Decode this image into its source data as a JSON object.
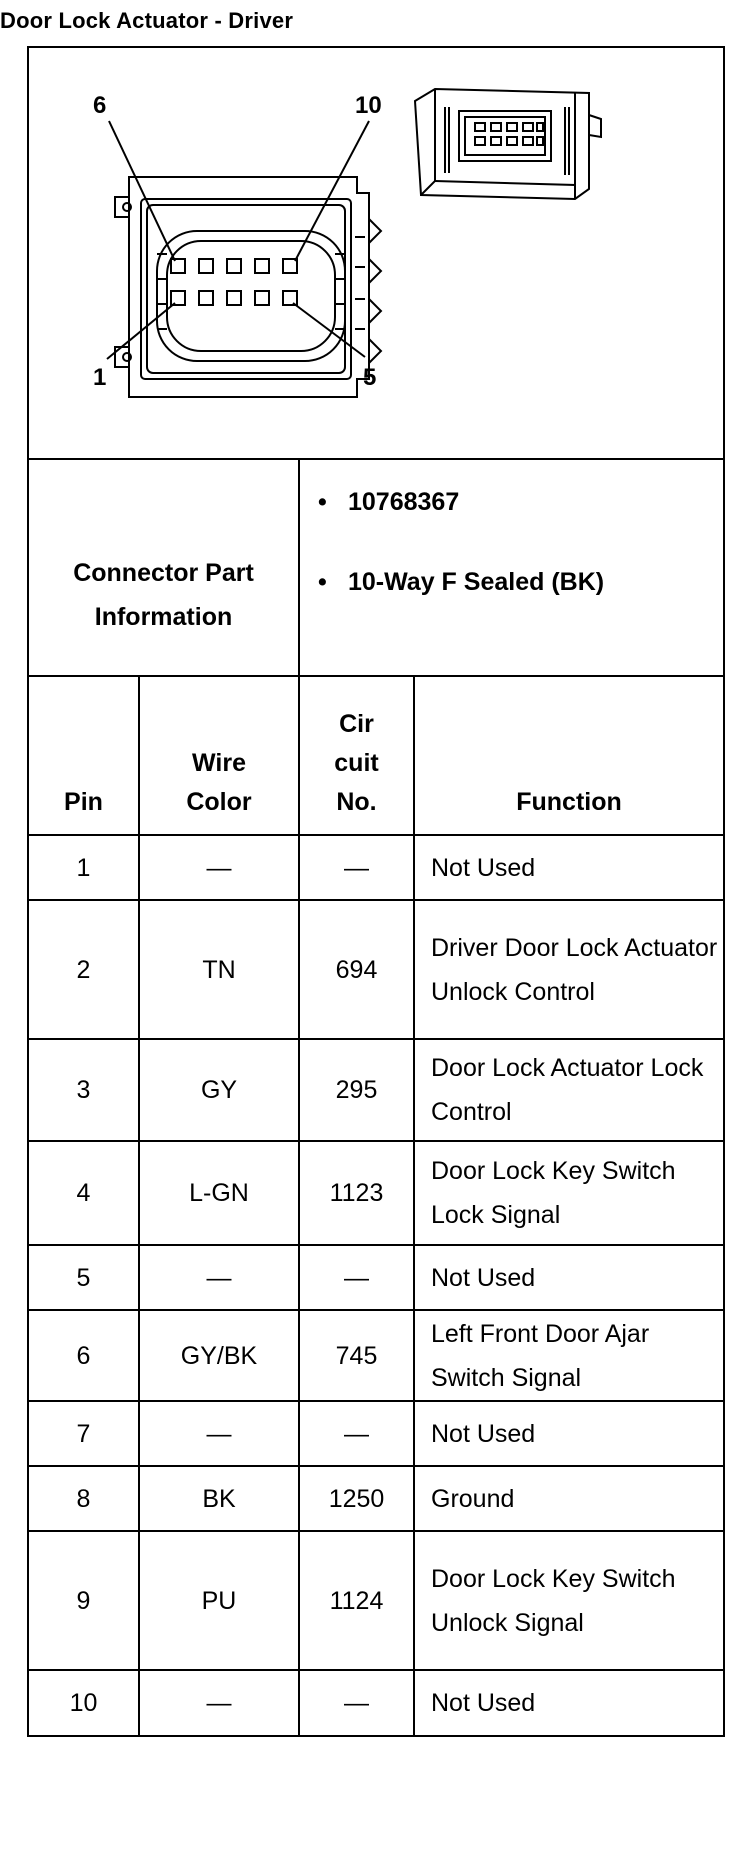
{
  "title": "Door Lock Actuator - Driver",
  "diagram": {
    "callouts": {
      "top_left": "6",
      "top_right": "10",
      "bottom_left": "1",
      "bottom_right": "5"
    }
  },
  "connector_info": {
    "label": "Connector Part Information",
    "items": [
      "10768367",
      "10-Way F Sealed (BK)"
    ]
  },
  "table": {
    "headers": {
      "pin": "Pin",
      "wire_color": "Wire Color",
      "circuit_no": "Cir cuit No.",
      "function": "Function"
    },
    "rows": [
      {
        "pin": "1",
        "wire": "—",
        "circuit": "—",
        "function": "Not Used"
      },
      {
        "pin": "2",
        "wire": "TN",
        "circuit": "694",
        "function": "Driver Door Lock Actuator Unlock Control"
      },
      {
        "pin": "3",
        "wire": "GY",
        "circuit": "295",
        "function": "Door Lock Actuator Lock Control"
      },
      {
        "pin": "4",
        "wire": "L-GN",
        "circuit": "1123",
        "function": "Door Lock Key Switch Lock Signal"
      },
      {
        "pin": "5",
        "wire": "—",
        "circuit": "—",
        "function": "Not Used"
      },
      {
        "pin": "6",
        "wire": "GY/BK",
        "circuit": "745",
        "function": "Left Front Door Ajar Switch Signal"
      },
      {
        "pin": "7",
        "wire": "—",
        "circuit": "—",
        "function": "Not Used"
      },
      {
        "pin": "8",
        "wire": "BK",
        "circuit": "1250",
        "function": "Ground"
      },
      {
        "pin": "9",
        "wire": "PU",
        "circuit": "1124",
        "function": "Door Lock Key Switch Unlock Signal"
      },
      {
        "pin": "10",
        "wire": "—",
        "circuit": "—",
        "function": "Not Used"
      }
    ]
  }
}
